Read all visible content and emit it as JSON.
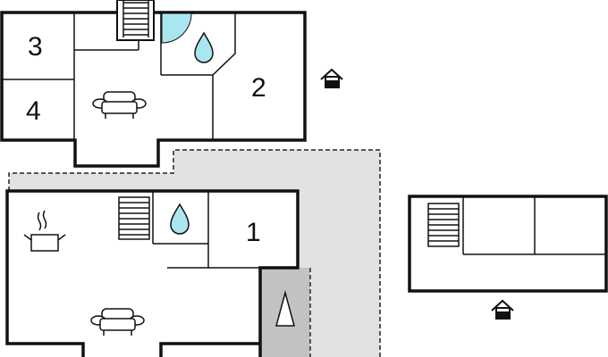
{
  "floor_plan": {
    "rooms": [
      {
        "id": "room-1",
        "label": "1"
      },
      {
        "id": "room-2",
        "label": "2"
      },
      {
        "id": "room-3",
        "label": "3"
      },
      {
        "id": "room-4",
        "label": "4"
      }
    ],
    "icons": [
      "staircase-icon",
      "water-drop-icon",
      "sofa-icon",
      "cooking-pot-icon",
      "house-entrance-icon",
      "compass-icon"
    ],
    "colors": {
      "wall": "#111111",
      "terrace": "#e2e2e2",
      "carport": "#c2c2c2",
      "water": "#a9e6f0",
      "dashed_line": "#222222"
    }
  }
}
